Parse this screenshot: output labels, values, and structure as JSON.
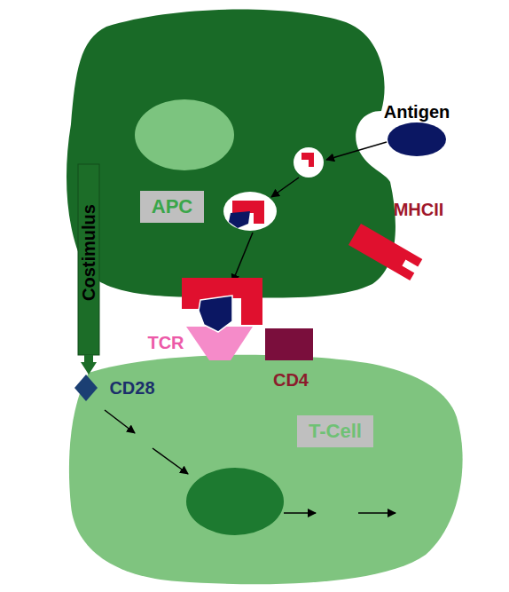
{
  "diagram": {
    "nodes": [
      {
        "text": [
          "APC"
        ]
      },
      {
        "text": [
          "Antigen"
        ]
      },
      {
        "text": [
          "MHCII"
        ]
      },
      {
        "text": [
          "Costimulus"
        ]
      },
      {
        "text": [
          "TCR"
        ]
      },
      {
        "text": [
          "CD4"
        ]
      },
      {
        "text": [
          "CD28"
        ]
      },
      {
        "text": [
          "T-Cell"
        ]
      }
    ],
    "edges": [
      {
        "from": 3,
        "to": 6,
        "arrow": "to"
      }
    ]
  }
}
